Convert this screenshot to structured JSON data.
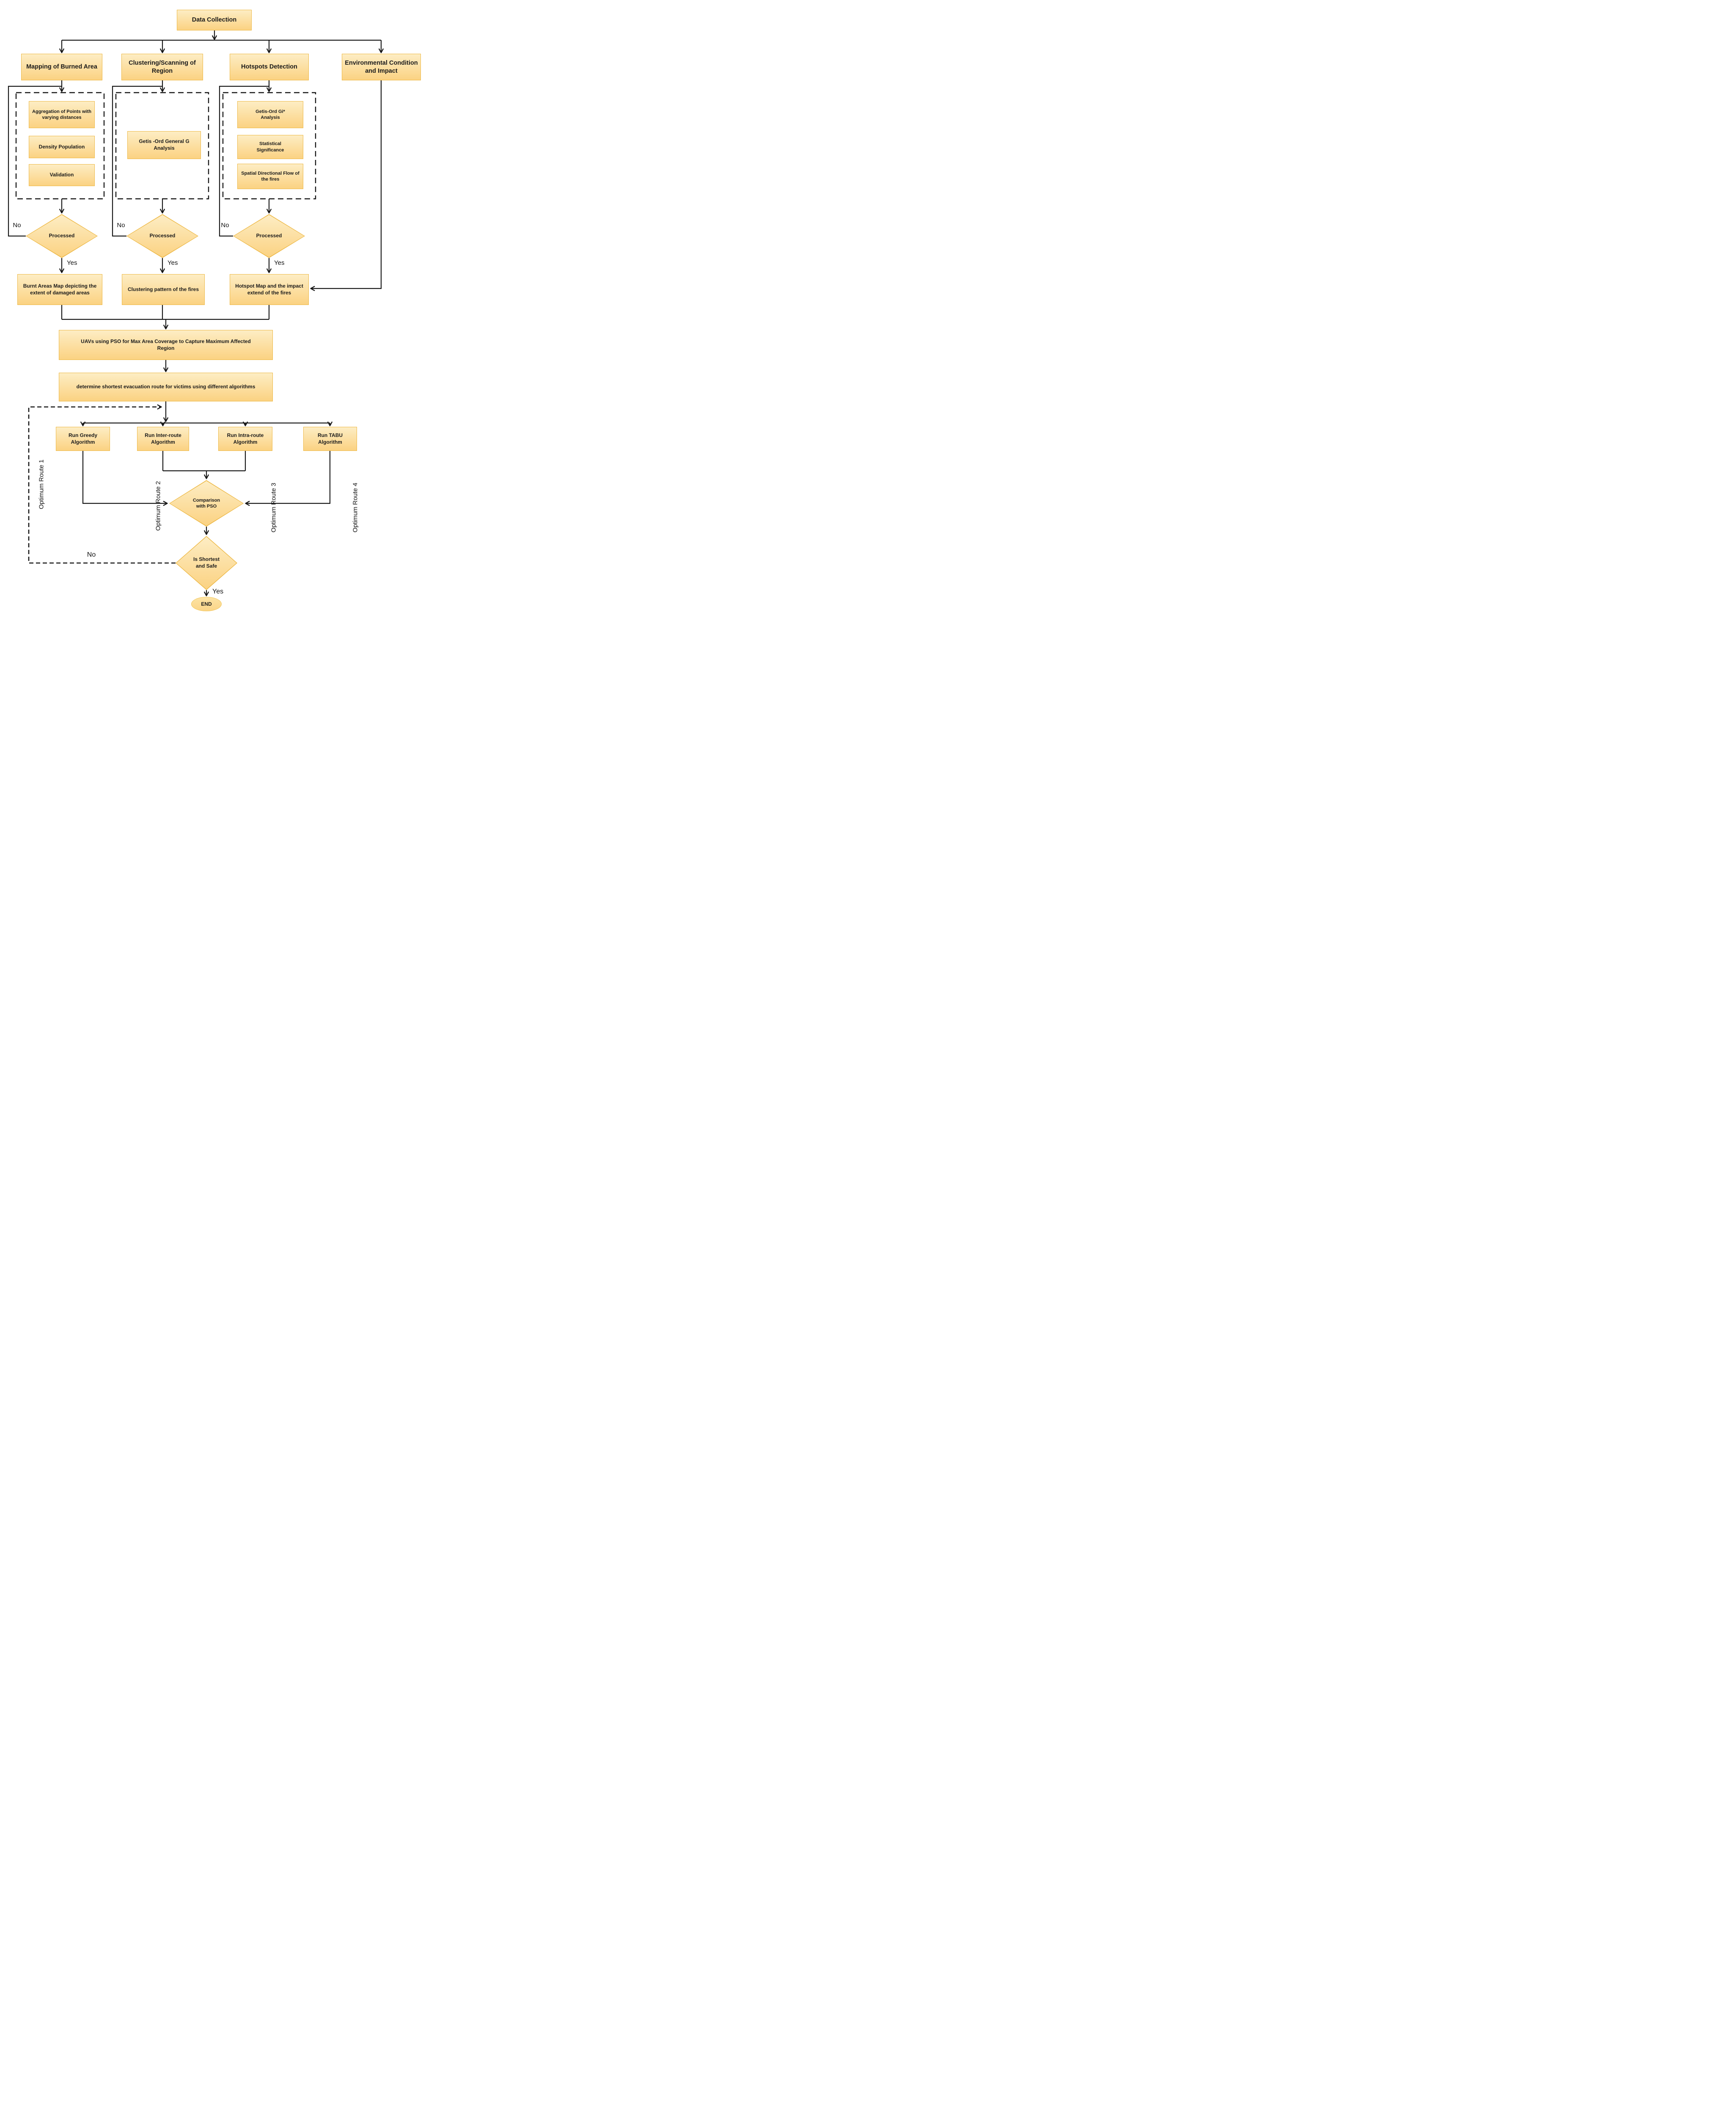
{
  "colors": {
    "node_fill_top": "#FDEDC4",
    "node_fill_bottom": "#FBD282",
    "node_border": "#EDB844",
    "line": "#161616",
    "text": "#1A1A1A"
  },
  "flow": {
    "start": "Data Collection",
    "no": "No",
    "yes": "Yes",
    "columns": [
      {
        "header": "Mapping of Burned Area",
        "steps": [
          "Aggregation of Points with varying distances",
          "Density Population",
          "Validation"
        ],
        "decision": "Processed",
        "result": "Burnt Areas Map depicting the extent of damaged areas"
      },
      {
        "header": "Clustering/Scanning of Region",
        "steps": [
          "Getis -Ord General G Analysis"
        ],
        "decision": "Processed",
        "result": "Clustering pattern of the fires"
      },
      {
        "header": "Hotspots Detection",
        "steps": [
          "Getis-Ord Gi* Analysis",
          "Statistical Significance",
          "Spatial Directional Flow of the fires"
        ],
        "decision": "Processed",
        "result": "Hotspot Map and the impact extend of the fires"
      },
      {
        "header": "Environmental Condition and Impact"
      }
    ],
    "uav": "UAVs using PSO for Max Area Coverage to Capture Maximum Affected Region",
    "route_planning": "determine shortest evacuation route for victims using different algorithms",
    "algorithms": [
      "Run Greedy Algorithm",
      "Run Inter-route Algorithm",
      "Run Intra-route Algorithm",
      "Run TABU Algorithm"
    ],
    "route_labels": [
      "Optimum Route 1",
      "Optimum Route 2",
      "Optimum Route 3",
      "Optimum Route 4"
    ],
    "comparison": "Comparison with PSO",
    "final_decision": "Is Shortest and Safe",
    "end": "END"
  }
}
